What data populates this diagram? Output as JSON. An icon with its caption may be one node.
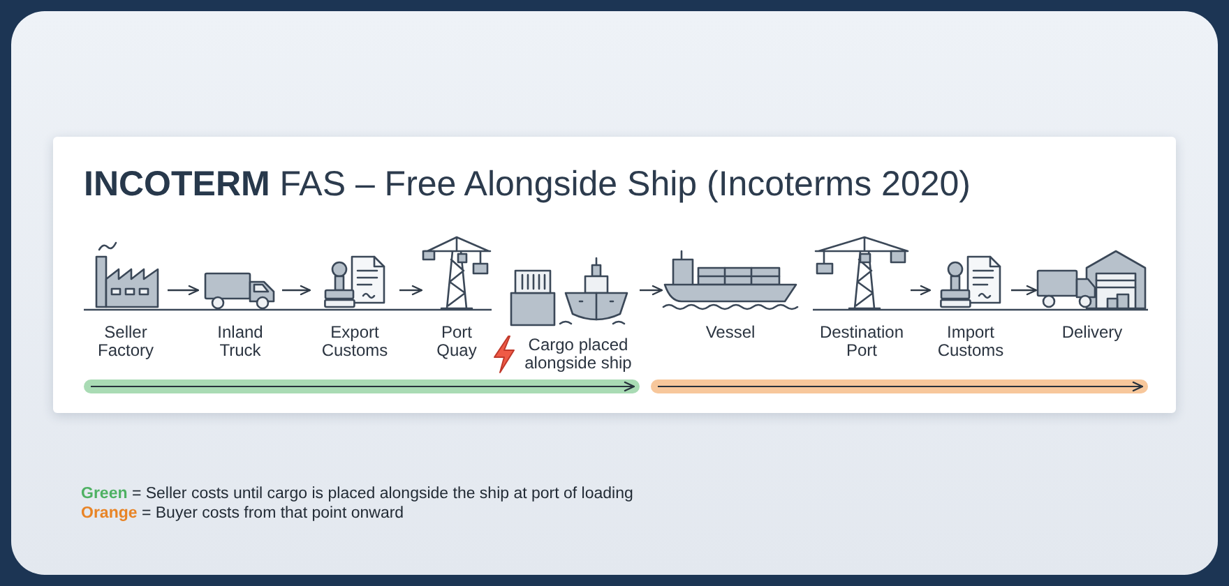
{
  "diagram": {
    "title": "**INCOTERM** FAS – Free Alongside Ship (Incoterms 2020)",
    "nodes": [
      {
        "text": [
          "Seller Factory"
        ]
      },
      {
        "text": [
          "Inland Truck"
        ]
      },
      {
        "text": [
          "Export Customs"
        ]
      },
      {
        "text": [
          "Port Quay"
        ]
      },
      {
        "text": [
          "Cargo placed alongside ship"
        ]
      },
      {
        "text": [
          "Vessel"
        ]
      },
      {
        "text": [
          "Destination Port"
        ]
      },
      {
        "text": [
          "Import Customs"
        ]
      },
      {
        "text": [
          "Delivery"
        ]
      }
    ],
    "edges": [
      {
        "from": 0,
        "to": 1,
        "arrow": "to"
      },
      {
        "from": 1,
        "to": 2,
        "arrow": "to"
      },
      {
        "from": 2,
        "to": 3,
        "arrow": "to"
      },
      {
        "from": 4,
        "to": 5,
        "arrow": "to"
      },
      {
        "from": 6,
        "to": 7,
        "arrow": "to"
      },
      {
        "from": 7,
        "to": 8,
        "arrow": "to"
      }
    ],
    "legend": [
      {
        "text": "Green = Seller costs until cargo is placed alongside the ship at port of loading",
        "color": "#a9dbb4"
      },
      {
        "text": "Orange = Buyer costs from that point onward",
        "color": "#f7c79b"
      }
    ]
  }
}
